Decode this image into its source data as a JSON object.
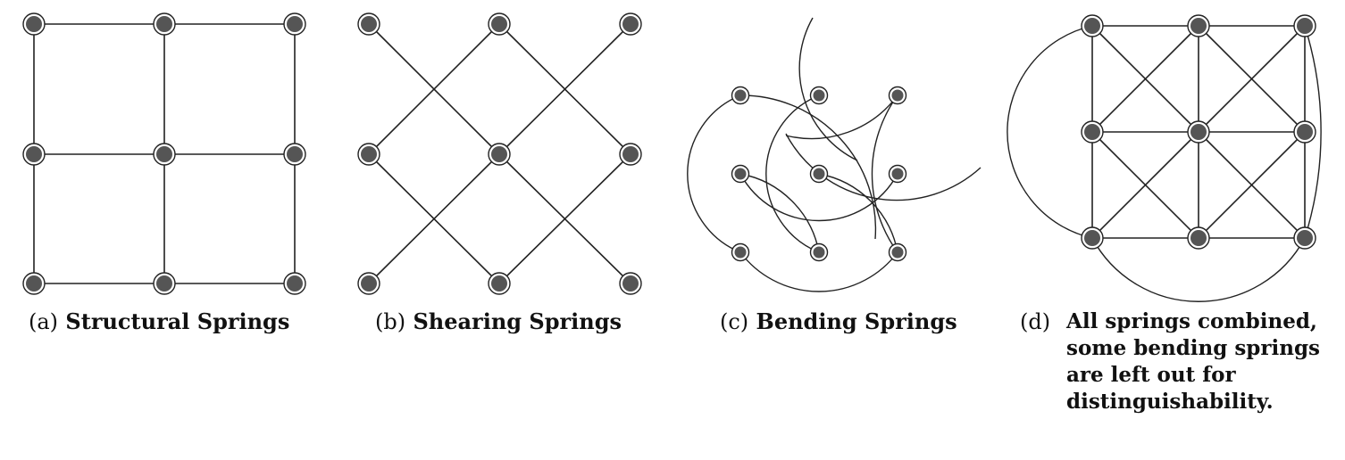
{
  "panels": [
    {
      "id": "a",
      "label": "(a)",
      "caption": "Structural Springs"
    },
    {
      "id": "b",
      "label": "(b)",
      "caption": "Shearing Springs"
    },
    {
      "id": "c",
      "label": "(c)",
      "caption": "Bending Springs"
    },
    {
      "id": "d",
      "label": "(d)",
      "caption": "All springs combined, some bending springs are left out for distinguishability."
    }
  ],
  "colors": {
    "node": "#555555",
    "edge": "#222222",
    "background": "#ffffff"
  }
}
